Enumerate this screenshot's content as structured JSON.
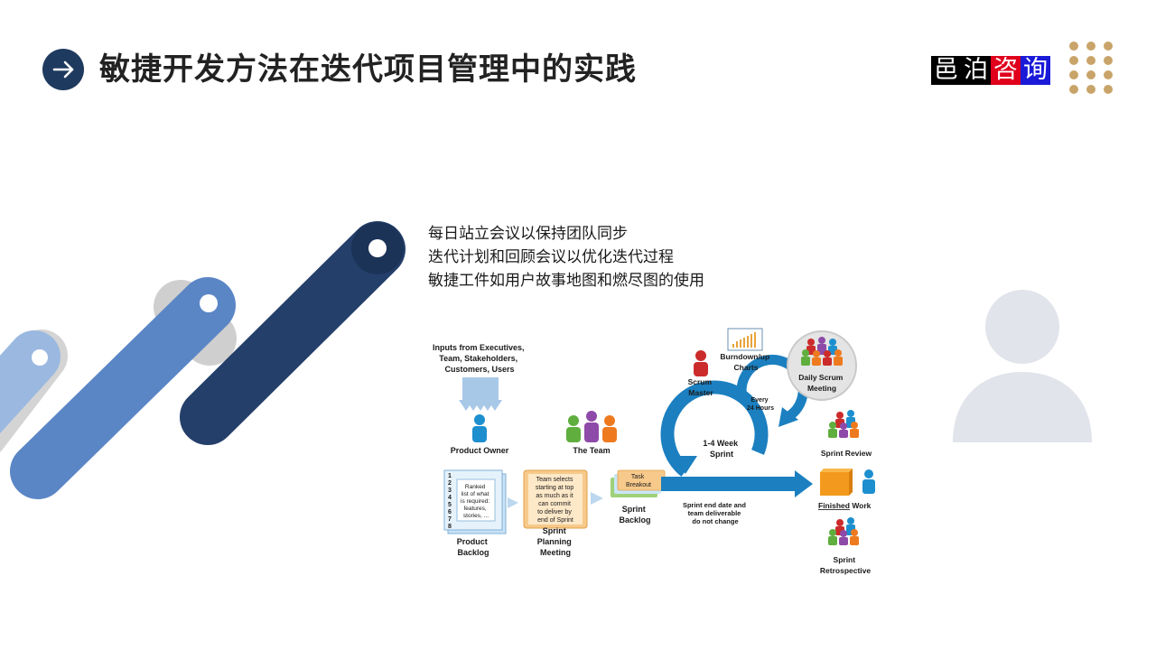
{
  "header": {
    "title": "敏捷开发方法在迭代项目管理中的实践",
    "title_icon": "arrow-right-icon",
    "brand_chars": [
      "邑",
      "泊",
      "咨",
      "询"
    ]
  },
  "bullets": [
    "每日站立会议以保持团队同步",
    "迭代计划和回顾会议以优化迭代过程",
    "敏捷工件如用户故事地图和燃尽图的使用"
  ],
  "diagram": {
    "inputs_label": [
      "Inputs from Executives,",
      "Team, Stakeholders,",
      "Customers, Users"
    ],
    "product_owner": "Product Owner",
    "the_team": "The Team",
    "backlog_numbers": [
      "1",
      "2",
      "3",
      "4",
      "5",
      "6",
      "7",
      "8"
    ],
    "backlog_note": [
      "Ranked",
      "list of what",
      "is required:",
      "features,",
      "stories, ..."
    ],
    "product_backlog": [
      "Product",
      "Backlog"
    ],
    "planning_note": [
      "Team selects",
      "starting at top",
      "as much as it",
      "can commit",
      "to deliver by",
      "end of Sprint"
    ],
    "sprint_planning": [
      "Sprint",
      "Planning",
      "Meeting"
    ],
    "task_breakout": [
      "Task",
      "Breakout"
    ],
    "sprint_backlog": [
      "Sprint",
      "Backlog"
    ],
    "end_note": [
      "Sprint end date and",
      "team deliverable",
      "do not change"
    ],
    "scrum_master": [
      "Scrum",
      "Master"
    ],
    "burndown": [
      "Burndown/up",
      "Charts"
    ],
    "daily_scrum": [
      "Daily Scrum",
      "Meeting"
    ],
    "every_24": [
      "Every",
      "24 Hours"
    ],
    "sprint_cycle": [
      "1-4 Week",
      "Sprint"
    ],
    "sprint_review": "Sprint Review",
    "finished_work_a": "Finished",
    "finished_work_b": " Work",
    "sprint_retro": [
      "Sprint",
      "Retrospective"
    ]
  },
  "colors": {
    "navy": "#1f3a5f",
    "ribbon_dark": "#243f6a",
    "ribbon_mid": "#5b86c6",
    "ribbon_light": "#9ab8e0",
    "gold": "#c9a46a",
    "avatar_gray": "#e1e4ea"
  }
}
